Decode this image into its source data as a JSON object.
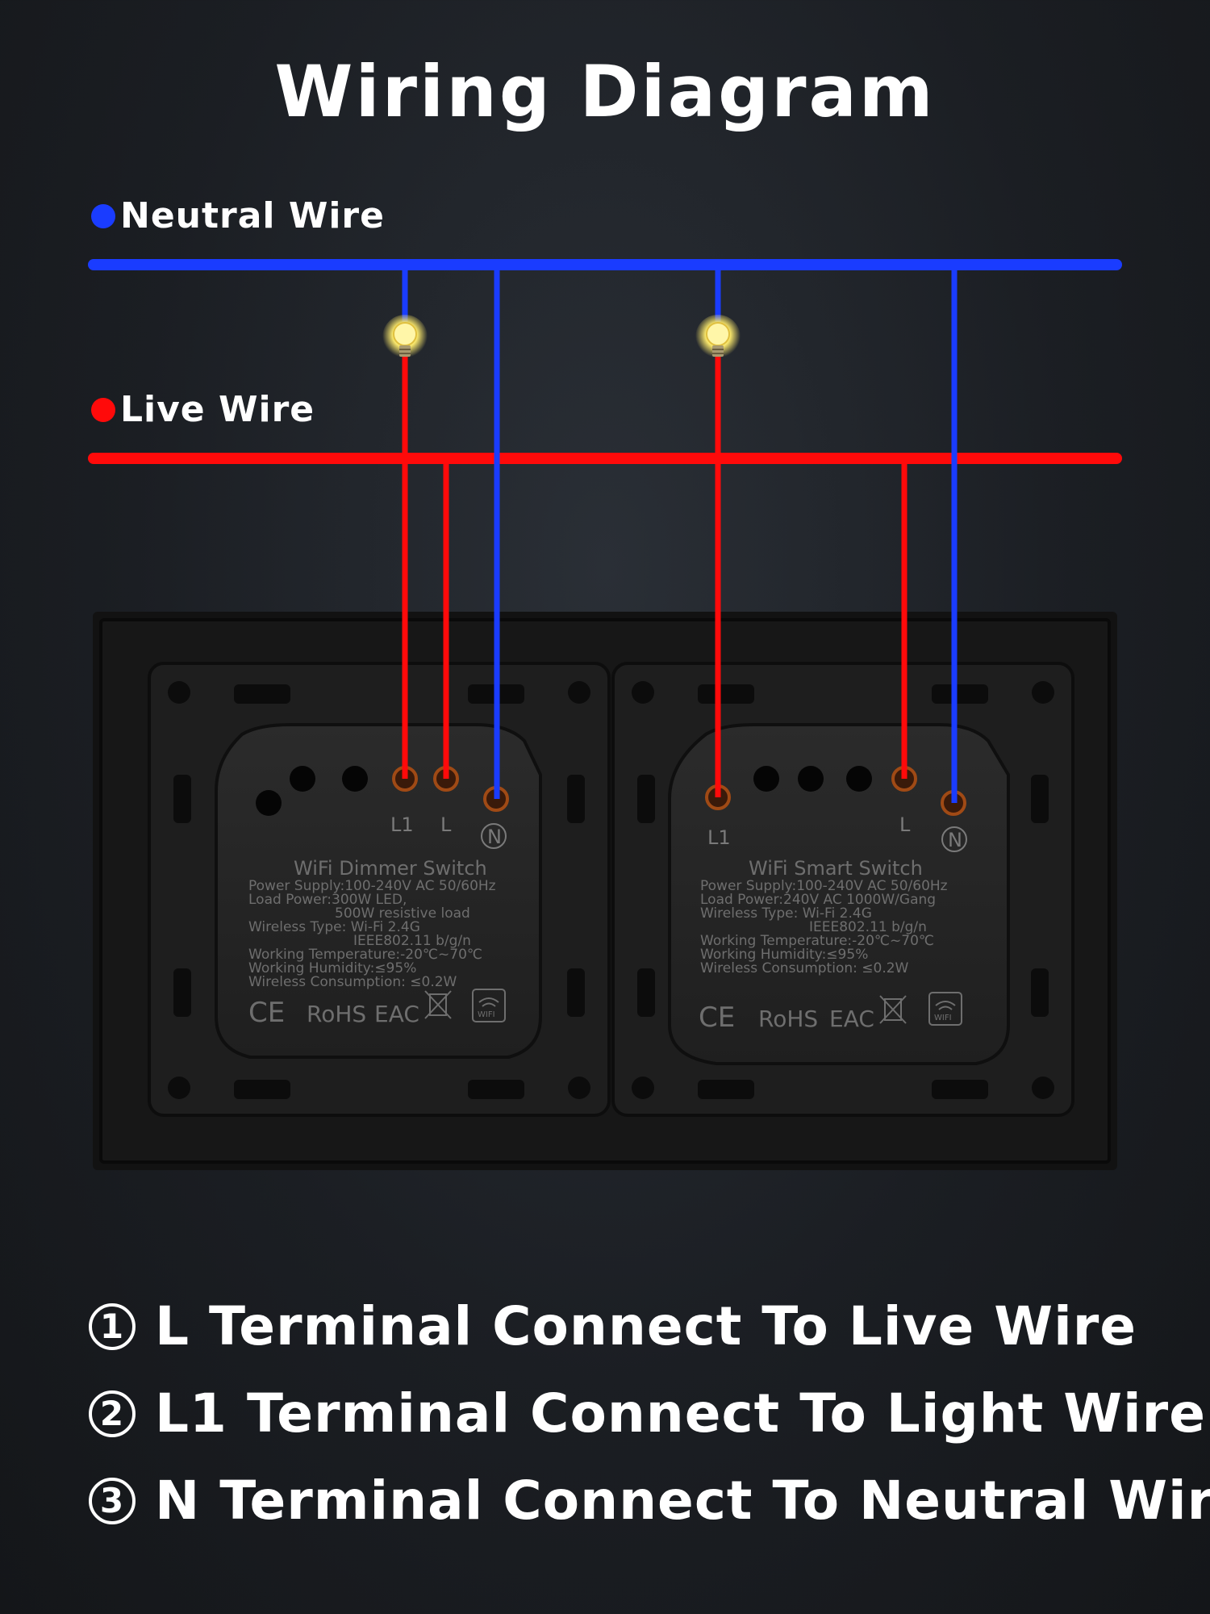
{
  "title": "Wiring Diagram",
  "legend": {
    "neutral": {
      "label": "Neutral Wire",
      "color": "#1a3cff"
    },
    "live": {
      "label": "Live Wire",
      "color": "#ff0a0a"
    }
  },
  "switches": [
    {
      "name": "WiFi Dimmer Switch",
      "terminals": [
        "L1",
        "L",
        "N"
      ],
      "specs": [
        "Power Supply:100-240V AC 50/60Hz",
        "Load Power:300W LED,",
        "500W resistive load",
        "Wireless Type: Wi-Fi 2.4G",
        "IEEE802.11 b/g/n",
        "Working Temperature:-20℃~70℃",
        "Working Humidity:≤95%",
        "Wireless Consumption: ≤0.2W"
      ],
      "marks": [
        "CE",
        "RoHS",
        "EAC",
        "WIFI"
      ]
    },
    {
      "name": "WiFi Smart Switch",
      "terminals": [
        "L1",
        "L",
        "N"
      ],
      "specs": [
        "Power Supply:100-240V AC 50/60Hz",
        "Load Power:240V AC 1000W/Gang",
        "Wireless Type: Wi-Fi 2.4G",
        "IEEE802.11 b/g/n",
        "Working Temperature:-20℃~70℃",
        "Working Humidity:≤95%",
        "Wireless Consumption: ≤0.2W"
      ],
      "marks": [
        "CE",
        "RoHS",
        "EAC",
        "WIFI"
      ]
    }
  ],
  "notes": [
    {
      "num": "1",
      "text": "L Terminal Connect To Live Wire"
    },
    {
      "num": "2",
      "text": "L1 Terminal Connect To Light Wire"
    },
    {
      "num": "3",
      "text": "N Terminal Connect To Neutral Wire"
    }
  ]
}
